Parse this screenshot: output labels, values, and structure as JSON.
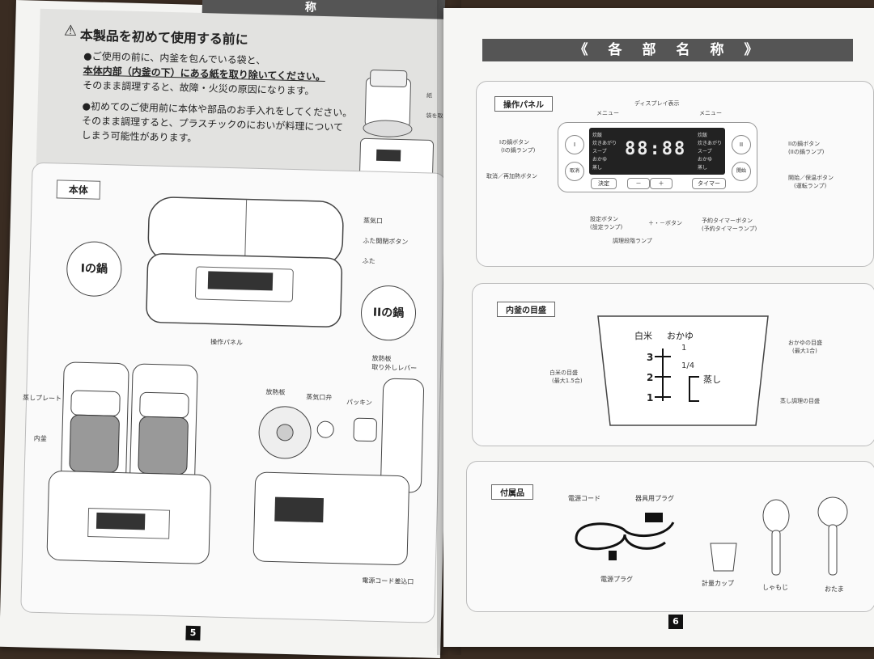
{
  "left_page": {
    "top_banner": "称",
    "caution": {
      "title": "本製品を初めて使用する前に",
      "line1": "●ご使用の前に、内釜を包んでいる袋と、",
      "line2": "本体内部（内釜の下）にある紙を取り除いてください。",
      "line3": "そのまま調理すると、故障・火災の原因になります。",
      "line4": "●初めてのご使用前に本体や部品のお手入れをしてください。",
      "line5": "そのまま調理すると、プラスチックのにおいが料理について",
      "line6": "しまう可能性があります。",
      "img_label1": "紙",
      "img_label2": "袋を取り除いてください"
    },
    "body_section": {
      "tag": "本体",
      "pot1": "Iの鍋",
      "pot2": "IIの鍋",
      "labels": {
        "steam_vent": "蒸気口",
        "lid_button": "ふた開閉ボタン",
        "lid": "ふた",
        "control_panel": "操作パネル",
        "steam_plate": "蒸しプレート",
        "inner_pot": "内釜",
        "heat_plate": "放熱板",
        "heat_lever": "放熱板\n取り外しレバー",
        "steam_valve": "蒸気口弁",
        "packing": "パッキン",
        "power_cord_outlet": "電源コード差込口"
      }
    },
    "page_number": "5"
  },
  "right_page": {
    "banner": "《　各　部　名　称　》",
    "operation_panel": {
      "tag": "操作パネル",
      "display_label": "ディスプレイ表示",
      "menu_left": "メニュー",
      "menu_right": "メニュー",
      "left_menu_items": [
        "炊飯",
        "炊きあがり",
        "スープ",
        "おかゆ",
        "蒸し"
      ],
      "right_menu_items": [
        "炊飯",
        "炊きあがり",
        "スープ",
        "おかゆ",
        "蒸し"
      ],
      "seg_display": "88:88",
      "btn_pot1": "I",
      "btn_pot2": "II",
      "btn_cancel": "取消",
      "btn_start": "開始",
      "btn_set": "決定",
      "btn_minus": "－",
      "btn_plus": "＋",
      "btn_timer": "タイマー",
      "lbl_pot1": "Iの鍋ボタン",
      "lbl_pot1_sub": "(Iの鍋ランプ)",
      "lbl_pot2": "IIの鍋ボタン",
      "lbl_pot2_sub": "(IIの鍋ランプ)",
      "lbl_cancel": "取消／再加熱ボタン",
      "lbl_start": "開始／保温ボタン",
      "lbl_start_sub": "(運転ランプ)",
      "lbl_set": "設定ボタン",
      "lbl_set_sub": "(設定ランプ)",
      "lbl_pm": "＋・－ボタン",
      "lbl_timer": "予約タイマーボタン",
      "lbl_timer_sub": "(予約タイマーランプ)",
      "lbl_status": "調理段階ランプ"
    },
    "gauge": {
      "tag": "内釜の目盛",
      "col_rice": "白米",
      "col_porridge": "おかゆ",
      "rice_label": "白米の目盛",
      "rice_sub": "(最大1.5合)",
      "porridge_label": "おかゆの目盛",
      "porridge_sub": "(最大1合)",
      "steam_label": "蒸し調理の目盛",
      "steam_mark": "蒸し",
      "marks_rice": [
        "3",
        "2",
        "1"
      ],
      "marks_porridge": [
        "1",
        "1/4"
      ]
    },
    "accessories": {
      "tag": "付属品",
      "power_cord": "電源コード",
      "appliance_plug": "器具用プラグ",
      "power_plug": "電源プラグ",
      "measuring_cup": "計量カップ",
      "rice_paddle": "しゃもじ",
      "ladle": "おたま"
    },
    "page_number": "6"
  }
}
